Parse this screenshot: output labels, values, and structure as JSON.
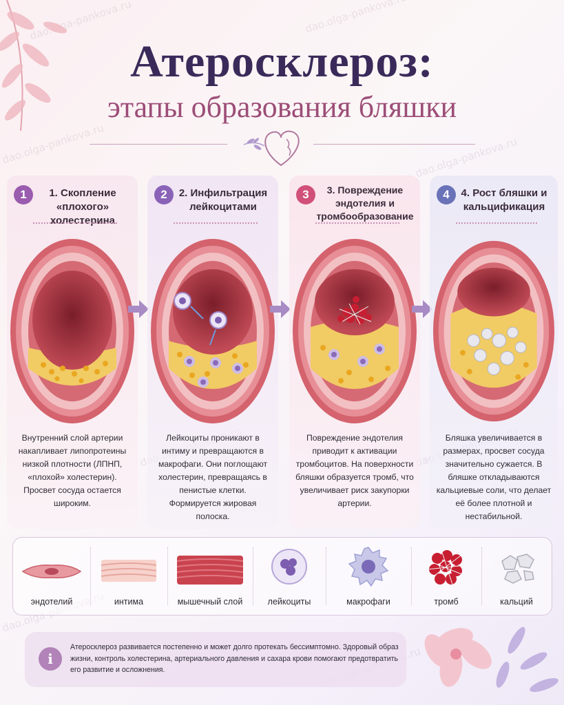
{
  "watermark": "dao.olga-pankova.ru",
  "header": {
    "title": "Атеросклероз:",
    "subtitle": "этапы образования бляшки"
  },
  "stages": [
    {
      "number": "1",
      "title": "1. Скопление «плохого» холестерина",
      "description": "Внутренний слой артерии накапливает липопротеины низкой плотности (ЛПНП, «плохой» холестерин). Просвет сосуда остается широким.",
      "color": "#9a5cae"
    },
    {
      "number": "2",
      "title": "2. Инфильтрация лейкоцитами",
      "description": "Лейкоциты проникают в интиму и превращаются в макрофаги. Они поглощают холестерин, превращаясь в пенистые клетки. Формируется жировая полоска.",
      "color": "#8a63b8"
    },
    {
      "number": "3",
      "title": "3. Повреждение эндотелия и тромбообразование",
      "description": "Повреждение эндотелия приводит к активации тромбоцитов. На поверхности бляшки образуется тромб, что увеличивает риск закупорки артерии.",
      "color": "#d0507a"
    },
    {
      "number": "4",
      "title": "4. Рост бляшки и кальцификация",
      "description": "Бляшка увеличивается в размерах, просвет сосуда значительно сужается. В бляшке откладываются кальциевые соли, что делает её более плотной и нестабильной.",
      "color": "#6a72b8"
    }
  ],
  "legend": [
    {
      "label": "эндотелий",
      "icon": "endothelium-cell-icon"
    },
    {
      "label": "интима",
      "icon": "intima-layer-icon"
    },
    {
      "label": "мышечный слой",
      "icon": "muscle-layer-icon"
    },
    {
      "label": "лейкоциты",
      "icon": "leukocyte-icon"
    },
    {
      "label": "макрофаги",
      "icon": "macrophage-icon"
    },
    {
      "label": "тромб",
      "icon": "thrombus-icon"
    },
    {
      "label": "кальций",
      "icon": "calcium-icon"
    }
  ],
  "info": {
    "icon": "info-icon",
    "text": "Атеросклероз развивается постепенно и может долго протекать бессимптомно. Здоровый образ жизни, контроль холестерина, артериального давления и сахара крови помогают предотвратить его развитие и осложнения."
  },
  "colors": {
    "title": "#3a2a5a",
    "subtitle": "#9c4d77",
    "artery": "#d9707a",
    "plaque": "#f0c95a"
  }
}
